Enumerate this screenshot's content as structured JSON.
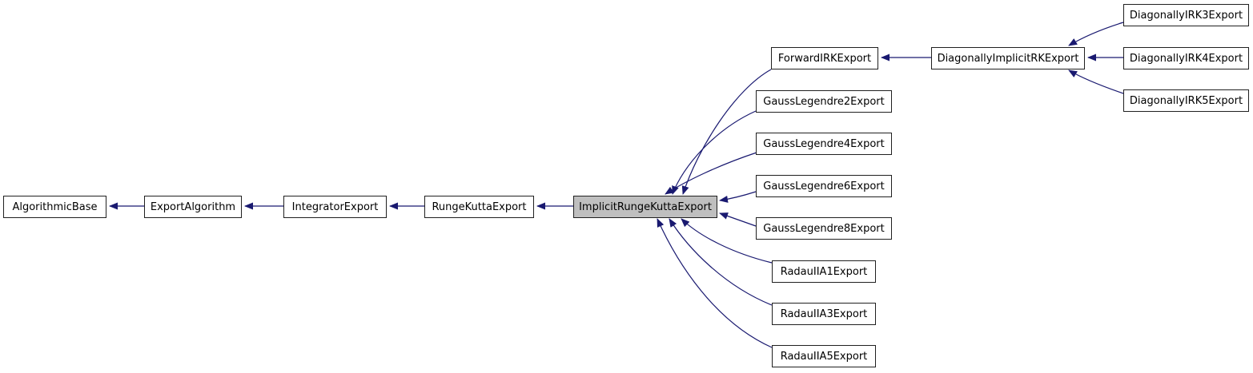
{
  "diagram": {
    "kind": "class-inheritance-graph",
    "highlighted_node": "ImplicitRungeKuttaExport"
  },
  "colors": {
    "background": "#ffffff",
    "edge": "#191970",
    "node_border": "#202020",
    "node_fill": "#ffffff",
    "highlight_fill": "#bfbfbf",
    "text": "#000000"
  },
  "nodes": {
    "algorithmic_base": {
      "label": "AlgorithmicBase"
    },
    "export_algorithm": {
      "label": "ExportAlgorithm"
    },
    "integrator_export": {
      "label": "IntegratorExport"
    },
    "runge_kutta_export": {
      "label": "RungeKuttaExport"
    },
    "implicit_runge_kutta_export": {
      "label": "ImplicitRungeKuttaExport"
    },
    "forward_irk_export": {
      "label": "ForwardIRKExport"
    },
    "gauss_legendre_2_export": {
      "label": "GaussLegendre2Export"
    },
    "gauss_legendre_4_export": {
      "label": "GaussLegendre4Export"
    },
    "gauss_legendre_6_export": {
      "label": "GaussLegendre6Export"
    },
    "gauss_legendre_8_export": {
      "label": "GaussLegendre8Export"
    },
    "radau_iia_1_export": {
      "label": "RadauIIA1Export"
    },
    "radau_iia_3_export": {
      "label": "RadauIIA3Export"
    },
    "radau_iia_5_export": {
      "label": "RadauIIA5Export"
    },
    "diagonally_implicit_rk_export": {
      "label": "DiagonallyImplicitRKExport"
    },
    "diagonally_irk_3_export": {
      "label": "DiagonallyIRK3Export"
    },
    "diagonally_irk_4_export": {
      "label": "DiagonallyIRK4Export"
    },
    "diagonally_irk_5_export": {
      "label": "DiagonallyIRK5Export"
    }
  },
  "edges": [
    {
      "from": "ExportAlgorithm",
      "to": "AlgorithmicBase"
    },
    {
      "from": "IntegratorExport",
      "to": "ExportAlgorithm"
    },
    {
      "from": "RungeKuttaExport",
      "to": "IntegratorExport"
    },
    {
      "from": "ImplicitRungeKuttaExport",
      "to": "RungeKuttaExport"
    },
    {
      "from": "ForwardIRKExport",
      "to": "ImplicitRungeKuttaExport"
    },
    {
      "from": "GaussLegendre2Export",
      "to": "ImplicitRungeKuttaExport"
    },
    {
      "from": "GaussLegendre4Export",
      "to": "ImplicitRungeKuttaExport"
    },
    {
      "from": "GaussLegendre6Export",
      "to": "ImplicitRungeKuttaExport"
    },
    {
      "from": "GaussLegendre8Export",
      "to": "ImplicitRungeKuttaExport"
    },
    {
      "from": "RadauIIA1Export",
      "to": "ImplicitRungeKuttaExport"
    },
    {
      "from": "RadauIIA3Export",
      "to": "ImplicitRungeKuttaExport"
    },
    {
      "from": "RadauIIA5Export",
      "to": "ImplicitRungeKuttaExport"
    },
    {
      "from": "DiagonallyImplicitRKExport",
      "to": "ForwardIRKExport"
    },
    {
      "from": "DiagonallyIRK3Export",
      "to": "DiagonallyImplicitRKExport"
    },
    {
      "from": "DiagonallyIRK4Export",
      "to": "DiagonallyImplicitRKExport"
    },
    {
      "from": "DiagonallyIRK5Export",
      "to": "DiagonallyImplicitRKExport"
    }
  ]
}
